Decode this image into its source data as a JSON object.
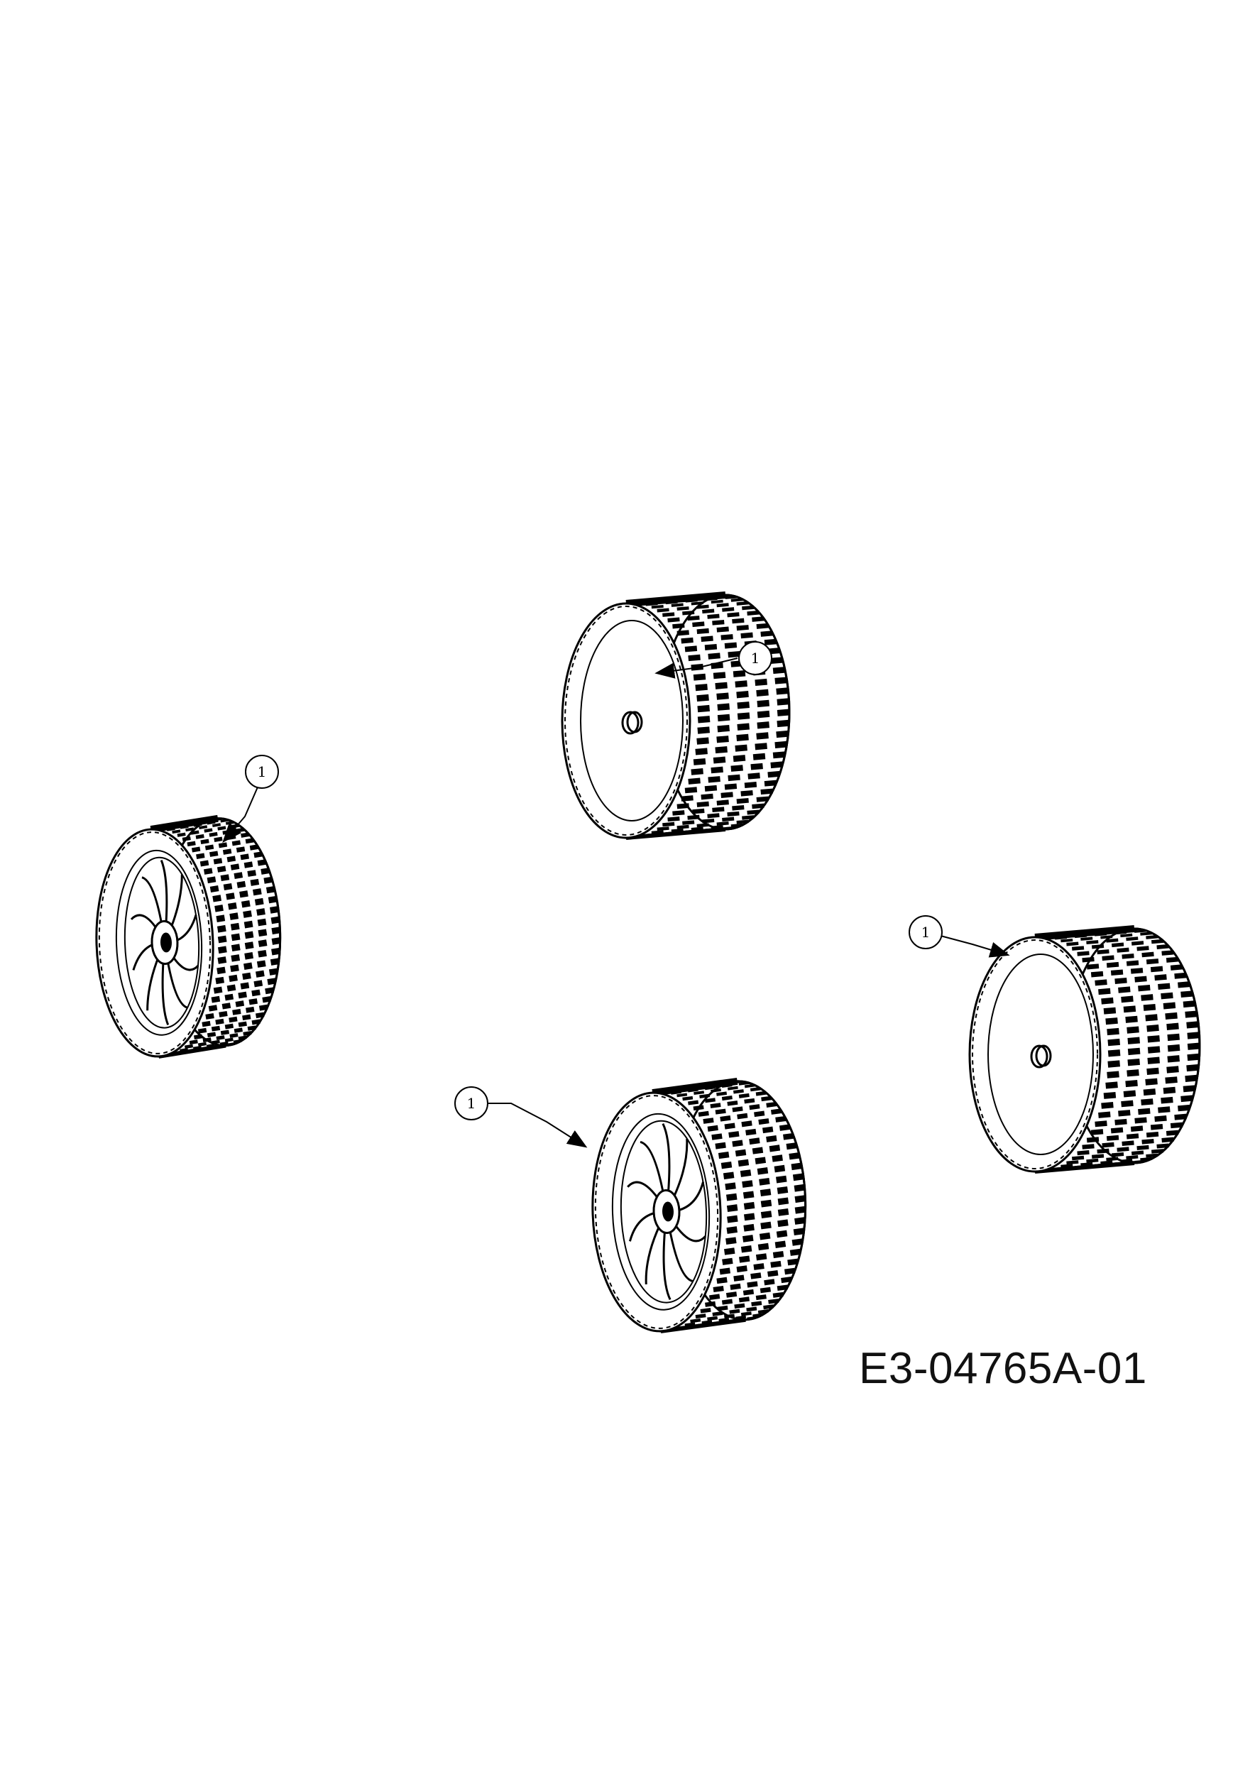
{
  "callouts": [
    {
      "id": "wheel-top",
      "label": "1"
    },
    {
      "id": "wheel-left",
      "label": "1"
    },
    {
      "id": "wheel-right",
      "label": "1"
    },
    {
      "id": "wheel-bottom",
      "label": "1"
    }
  ],
  "drawing_number": "E3-04765A-01"
}
